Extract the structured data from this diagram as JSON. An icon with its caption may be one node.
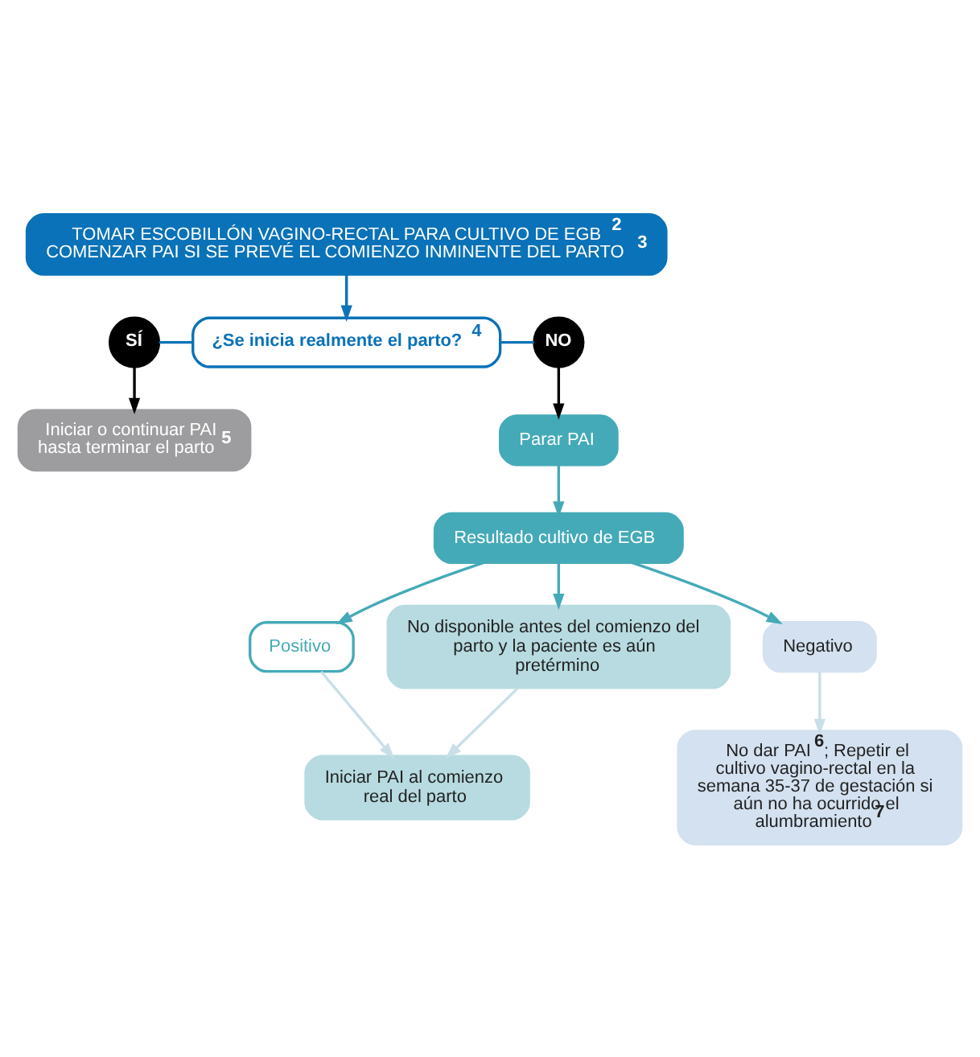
{
  "diagram": {
    "nodes": [
      {
        "text": [
          "TOMAR ESCOBILLÓN VAGINO-RECTAL PARA CULTIVO DE EGB$^{2}$",
          "COMENZAR PAI SI SE PREVÉ EL COMIENZO INMINENTE DEL PARTO$^{3}$"
        ]
      },
      {
        "text": [
          "¿Se inicia realmente el parto?$^{4}$"
        ]
      },
      {
        "text": [
          "SÍ"
        ]
      },
      {
        "text": [
          "NO"
        ]
      },
      {
        "text": [
          "Iniciar o continuar PAI hasta terminar el parto$^{5}$"
        ]
      },
      {
        "text": [
          "Parar PAI"
        ]
      },
      {
        "text": [
          "Resultado cultivo de EGB"
        ]
      },
      {
        "text": [
          "Positivo"
        ]
      },
      {
        "text": [
          "No disponible antes del comienzo del parto y la paciente es aún pretérmino"
        ]
      },
      {
        "text": [
          "Negativo"
        ]
      },
      {
        "text": [
          "Iniciar PAI al comienzo real del parto"
        ]
      },
      {
        "text": [
          "No dar PAI$^{6}$; Repetir el cultivo vagino-rectal en la semana 35-37 de gestación si aún no ha ocurrido el alumbramiento$^{7}$"
        ]
      }
    ],
    "edges": [
      {
        "from": 0,
        "to": 1,
        "arrow": "to",
        "color": "#0a72b8"
      },
      {
        "from": 1,
        "to": 2,
        "arrow": "none",
        "color": "#0a72b8"
      },
      {
        "from": 1,
        "to": 3,
        "arrow": "none",
        "color": "#0a72b8"
      },
      {
        "from": 2,
        "to": 4,
        "arrow": "to",
        "color": "#000000"
      },
      {
        "from": 3,
        "to": 5,
        "arrow": "to",
        "color": "#000000"
      },
      {
        "from": 5,
        "to": 6,
        "arrow": "to"
      },
      {
        "from": 6,
        "to": 7,
        "arrow": "to"
      },
      {
        "from": 6,
        "to": 8,
        "arrow": "to"
      },
      {
        "from": 6,
        "to": 9,
        "arrow": "to"
      },
      {
        "from": 7,
        "to": 10,
        "arrow": "to",
        "color": "#c9dfe8"
      },
      {
        "from": 8,
        "to": 10,
        "arrow": "to",
        "color": "#c9dfe8"
      },
      {
        "from": 9,
        "to": 11,
        "arrow": "to",
        "color": "#c9dfe8"
      }
    ]
  }
}
